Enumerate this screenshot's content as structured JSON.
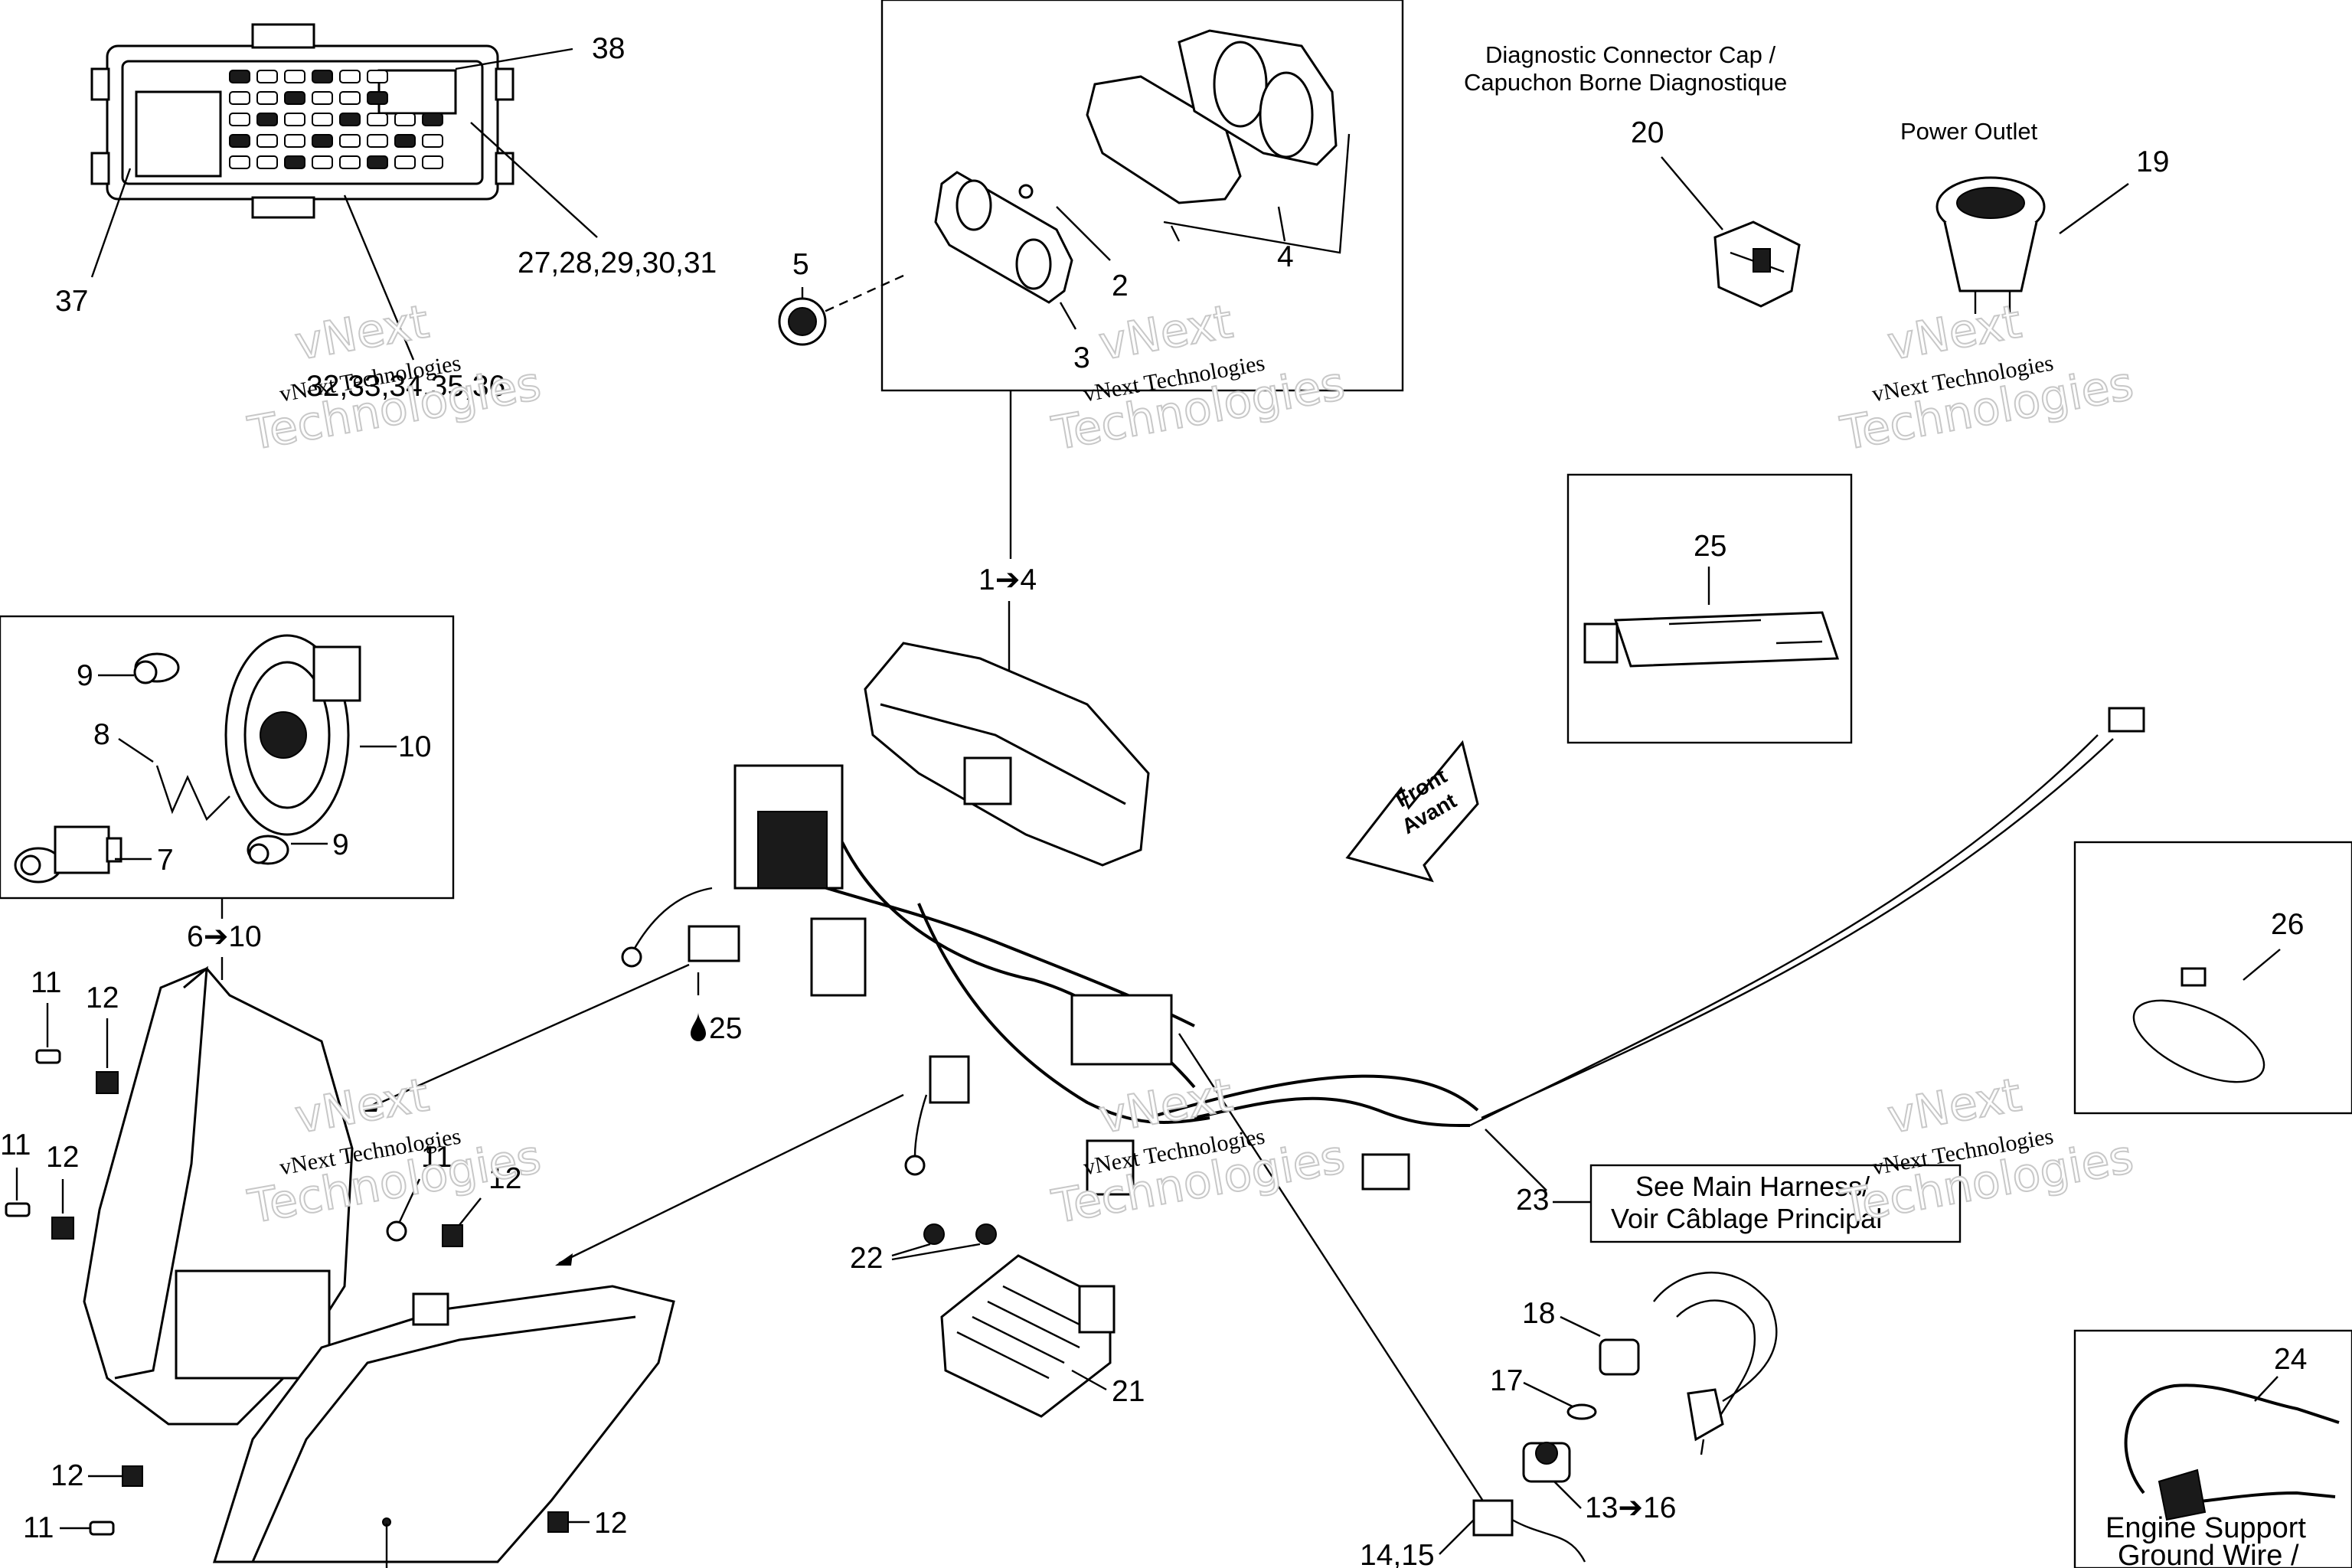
{
  "callouts": {
    "c38": "38",
    "c27_31": "27,28,29,30,31",
    "c37": "37",
    "c32_36": "32,33,34,35,36",
    "c5": "5",
    "c2": "2",
    "c3": "3",
    "c4": "4",
    "c1_4": "1➔4",
    "c20": "20",
    "c19": "19",
    "c25_box": "25",
    "c9_top": "9",
    "c8": "8",
    "c10": "10",
    "c7": "7",
    "c9_bot": "9",
    "c6_10": "6➔10",
    "c11_a": "11",
    "c12_a": "12",
    "c11_b": "11",
    "c12_b": "12",
    "c11_c": "11",
    "c12_c": "12",
    "c25_drop": "25",
    "c26": "26",
    "c23": "23",
    "c22": "22",
    "c21": "21",
    "c18": "18",
    "c17": "17",
    "c13_16": "13➔16",
    "c14_15": "14,15",
    "c24": "24",
    "c12_d": "12",
    "c11_d": "11",
    "c12_e": "12"
  },
  "captions": {
    "diag_cap_line1": "Diagnostic Connector Cap /",
    "diag_cap_line2": "Capuchon Borne Diagnostique",
    "power_outlet": "Power Outlet",
    "front_line1": "Front",
    "front_line2": "Avant",
    "harness_line1": "See Main Harness/",
    "harness_line2": "Voir Câblage Principal",
    "engine_line1": "Engine Support",
    "engine_line2": "Ground Wire /"
  },
  "watermark": {
    "line_small": "vNext Technologies",
    "line_big_1": "vNext",
    "line_big_2": "Technologies"
  }
}
